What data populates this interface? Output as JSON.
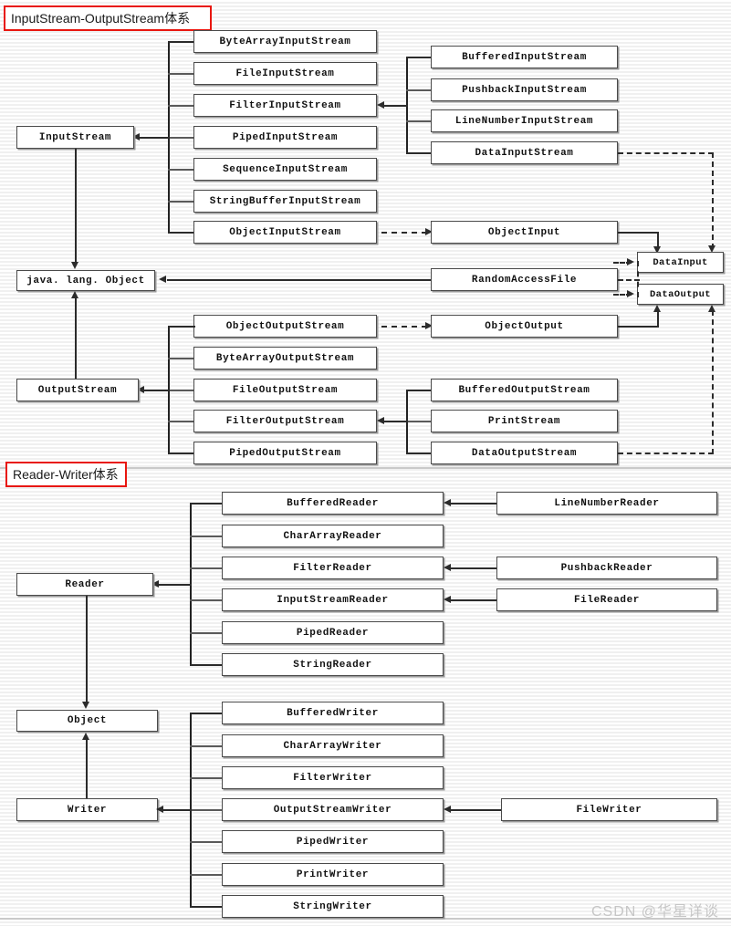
{
  "sections": [
    {
      "id": "io-streams",
      "title": "InputStream-OutputStream体系"
    },
    {
      "id": "reader-writer",
      "title": "Reader-Writer体系"
    }
  ],
  "colors": {
    "label_border": "#e8160f",
    "box_border": "#4a4a4a",
    "line": "#2b2b2b",
    "watermark": "#c6c6c6"
  },
  "boxes": {
    "input_stream": "InputStream",
    "byte_array_input_stream": "ByteArrayInputStream",
    "file_input_stream": "FileInputStream",
    "filter_input_stream": "FilterInputStream",
    "piped_input_stream": "PipedInputStream",
    "sequence_input_stream": "SequenceInputStream",
    "string_buffer_input_stream": "StringBufferInputStream",
    "object_input_stream": "ObjectInputStream",
    "buffered_input_stream": "BufferedInputStream",
    "pushback_input_stream": "PushbackInputStream",
    "line_number_input_stream": "LineNumberInputStream",
    "data_input_stream": "DataInputStream",
    "object_input": "ObjectInput",
    "data_input": "DataInput",
    "data_output": "DataOutput",
    "java_lang_object": "java. lang. Object",
    "random_access_file": "RandomAccessFile",
    "object_output_stream": "ObjectOutputStream",
    "object_output": "ObjectOutput",
    "byte_array_output_stream": "ByteArrayOutputStream",
    "output_stream": "OutputStream",
    "file_output_stream": "FileOutputStream",
    "filter_output_stream": "FilterOutputStream",
    "piped_output_stream": "PipedOutputStream",
    "buffered_output_stream": "BufferedOutputStream",
    "print_stream": "PrintStream",
    "data_output_stream": "DataOutputStream",
    "reader": "Reader",
    "buffered_reader": "BufferedReader",
    "char_array_reader": "CharArrayReader",
    "filter_reader": "FilterReader",
    "input_stream_reader": "InputStreamReader",
    "piped_reader": "PipedReader",
    "string_reader": "StringReader",
    "line_number_reader": "LineNumberReader",
    "pushback_reader": "PushbackReader",
    "file_reader": "FileReader",
    "object": "Object",
    "writer": "Writer",
    "buffered_writer": "BufferedWriter",
    "char_array_writer": "CharArrayWriter",
    "filter_writer": "FilterWriter",
    "output_stream_writer": "OutputStreamWriter",
    "piped_writer": "PipedWriter",
    "print_writer": "PrintWriter",
    "string_writer": "StringWriter",
    "file_writer": "FileWriter"
  },
  "watermark": {
    "text": "CSDN @华星详谈"
  }
}
